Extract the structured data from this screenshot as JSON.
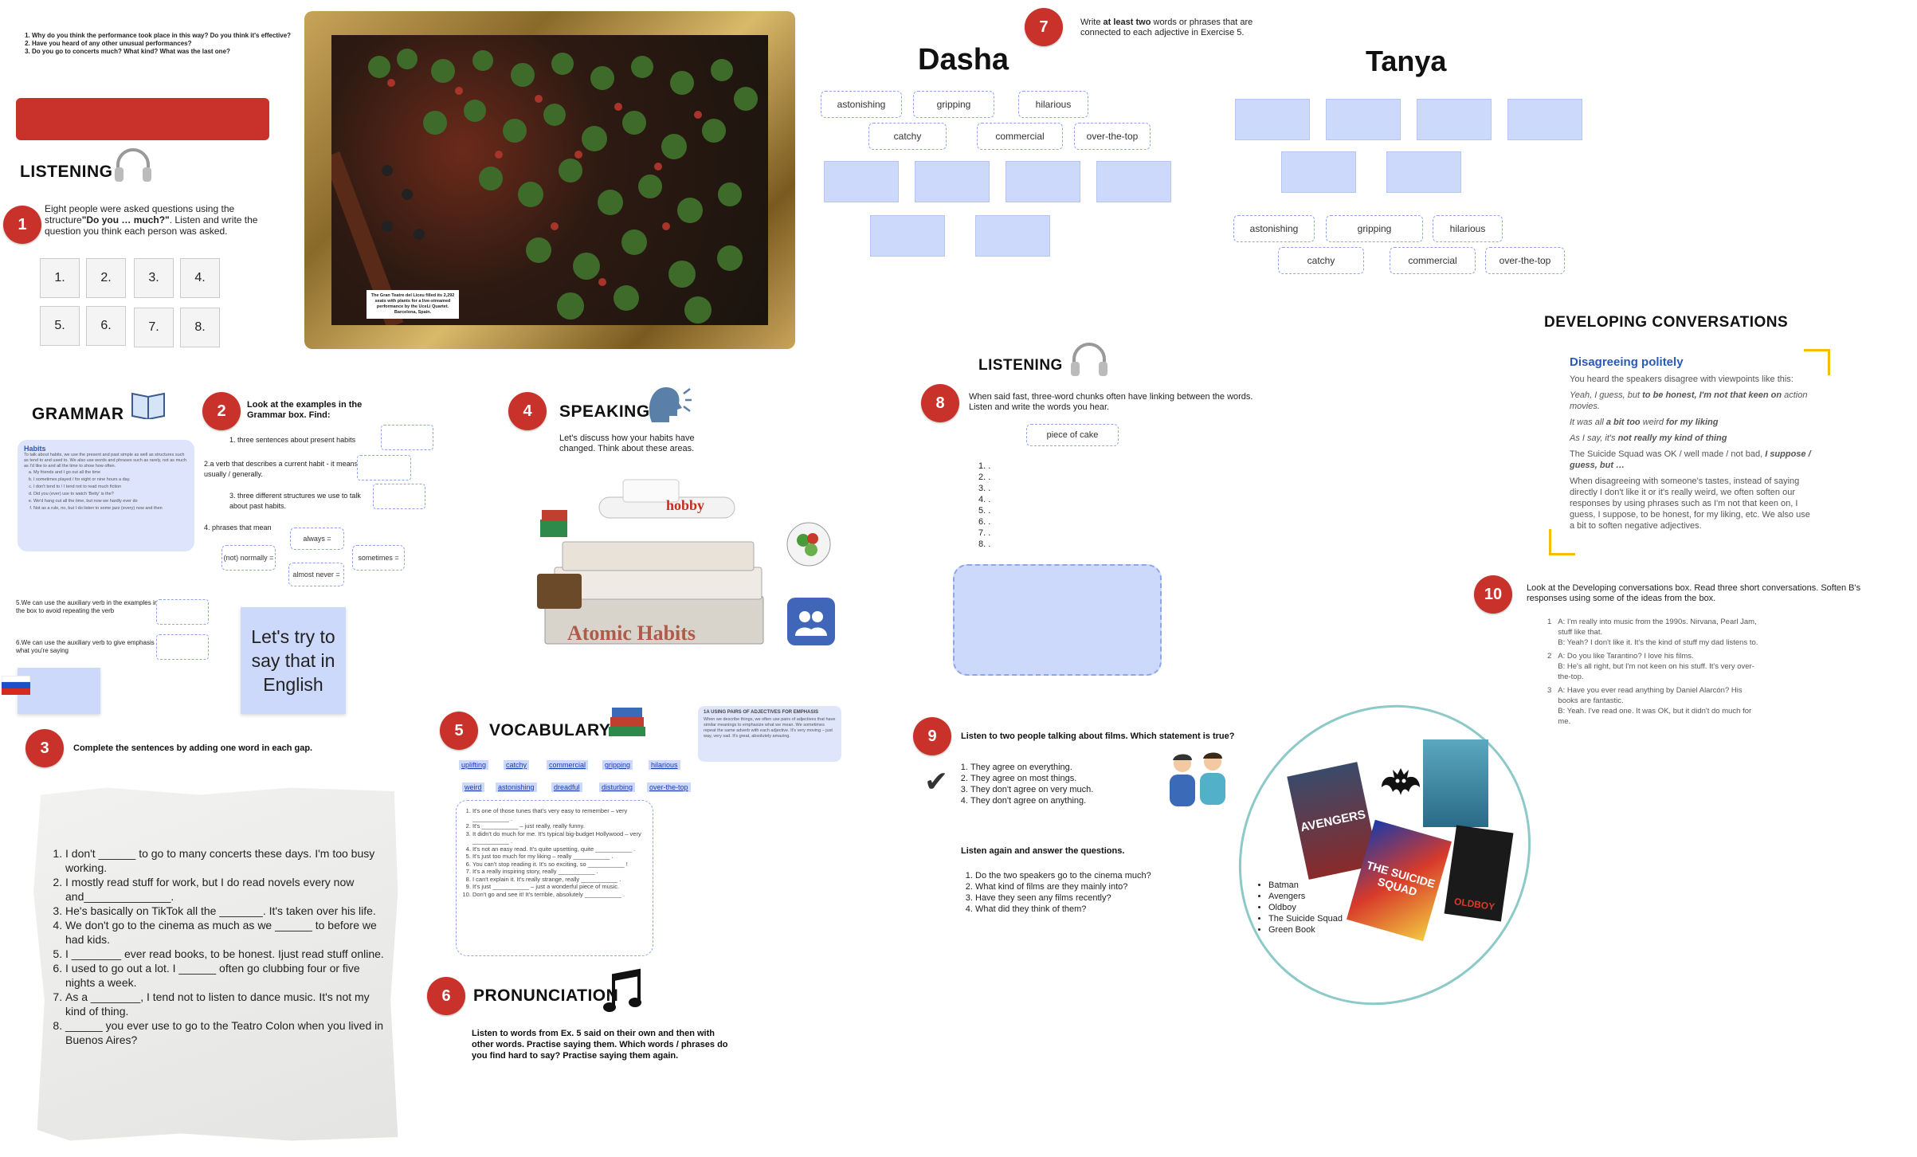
{
  "intro_questions": [
    "Why do you think the performance took place in this way? Do you think it's effective?",
    "Have you heard of any other unusual performances?",
    "Do you go to concerts much? What kind? What was the last one?"
  ],
  "listening1": {
    "title": "LISTENING",
    "number": "1",
    "instruction_a": "Eight people were asked questions using the structure",
    "instruction_b": "\"Do you … much?\"",
    "instruction_c": ". Listen and write the question you think each person was asked.",
    "boxes": [
      "1.",
      "2.",
      "3.",
      "4.",
      "5.",
      "6.",
      "7.",
      "8."
    ]
  },
  "photo_caption": "The Gran Teatre del Liceu filled its 2,292 seats with plants for a live-streamed performance by the UceLi Quartet. Barcelona, Spain.",
  "grammar": {
    "title": "GRAMMAR",
    "box_title": "Habits",
    "box_text": "To talk about habits, we use the present and past simple as well as structures such as tend to and used to. We also use words and phrases such as rarely, not as much as I'd like to and all the time to show how often.",
    "box_items": [
      "My friends and I go out all the time",
      "I sometimes played / for eight or nine hours a day.",
      "I don't tend to / I tend not to read much fiction",
      "Did you (ever) use to watch 'Betty' is the?",
      "We'd hang out all the time, but now we hardly ever do",
      "Not as a rule, no, but I do listen to some jazz (every) now and then"
    ]
  },
  "ex2": {
    "number": "2",
    "instruction": "Look at the examples in the Grammar box. Find:",
    "items": [
      "1. three sentences about present habits",
      "2.a verb that describes a current habit - it means usually / generally.",
      "3. three different structures we use to talk about past habits.",
      "4. phrases that mean"
    ],
    "phrases": [
      "always =",
      "(not) normally =",
      "sometimes =",
      "almost never ="
    ],
    "q5": "5.We can use the auxiliary verb in the examples in the box to avoid repeating the verb",
    "q6": "6.We can use the auxiliary verb to give emphasis to what you're saying"
  },
  "lets_try": "Let's try to say that in English",
  "ex3": {
    "number": "3",
    "instruction": "Complete the sentences by adding one word in each gap.",
    "sentences": [
      "I don't ______ to go to many concerts these days. I'm too busy working.",
      "I mostly read stuff for work, but I do read novels every now and______________.",
      "He's basically on TikTok all the _______. It's taken over his life.",
      "We don't go to the cinema as much as we ______ to before we had kids.",
      "I ________ ever read books, to be honest. Ijust read stuff online.",
      "I used to go out a lot. I ______ often go clubbing four or five nights a week.",
      "As a ________, I tend not to listen to dance music. It's not my kind of thing.",
      "______ you ever use to go to the Teatro Colon when you lived in Buenos Aires?"
    ]
  },
  "speaking": {
    "number": "4",
    "title": "SPEAKING",
    "instruction": "Let's discuss how your habits have changed. Think about these areas.",
    "hobby": "hobby",
    "book_text": "Atomic Habits"
  },
  "vocabulary": {
    "number": "5",
    "title": "VOCABULARY",
    "words_row1": [
      "uplifting",
      "catchy",
      "commercial",
      "gripping",
      "hilarious"
    ],
    "words_row2": [
      "weird",
      "astonishing",
      "dreadful",
      "disturbing",
      "over-the-top"
    ],
    "sentences": [
      "It's one of those tunes that's very easy to remember – very ___________ .",
      "It's ___________ – just really, really funny.",
      "It didn't do much for me. It's typical big-budget Hollywood – very ___________ .",
      "It's not an easy read. It's quite upsetting, quite ___________ .",
      "It's just too much for my liking – really ___________ .",
      "You can't stop reading it. It's so exciting, so ___________ !",
      "It's a really inspiring story, really ___________ .",
      "I can't explain it. It's really strange, really ___________ .",
      "It's just ___________ – just a wonderful piece of music.",
      "Don't go and see it! It's terrible, absolutely ___________ ."
    ],
    "box_title": "1A USING PAIRS OF ADJECTIVES FOR EMPHASIS",
    "box_text": "When we describe things, we often use pairs of adjectives that have similar meanings to emphasize what we mean. We sometimes repeat the same adverb with each adjective. It's very moving – just way, very sad. It's great, absolutely amazing."
  },
  "pronunciation": {
    "number": "6",
    "title": "PRONUNCIATION",
    "instruction": "Listen to words from Ex. 5 said on their own and then with other words. Practise saying them. Which words / phrases do you find hard to say? Practise saying them again."
  },
  "ex7": {
    "number": "7",
    "instruction_a": "Write ",
    "instruction_b": "at least two",
    "instruction_c": " words or phrases that are connected to each adjective in Exercise 5.",
    "dasha": "Dasha",
    "tanya": "Tanya",
    "dasha_words": [
      "astonishing",
      "gripping",
      "hilarious",
      "catchy",
      "commercial",
      "over-the-top"
    ],
    "tanya_words": [
      "astonishing",
      "gripping",
      "hilarious",
      "catchy",
      "commercial",
      "over-the-top"
    ]
  },
  "listening8": {
    "title": "LISTENING",
    "number": "8",
    "instruction": "When said fast, three-word chunks often have linking between the words. Listen and write the words you hear.",
    "example": "piece of cake",
    "lines": [
      "1. .",
      "2. .",
      "3. .",
      "4. .",
      "5. .",
      "6. .",
      "7. .",
      "8. ."
    ]
  },
  "ex9": {
    "number": "9",
    "instruction": "Listen to two people talking about films. Which statement is true?",
    "statements": [
      "They agree on everything.",
      "They agree on most things.",
      "They don't agree on very much.",
      "They don't agree on anything."
    ],
    "again": "Listen again and answer the questions.",
    "questions": [
      "Do the two speakers go to the cinema much?",
      "What kind of films are they mainly into?",
      "Have they seen any films recently?",
      "What did they think of them?"
    ],
    "films": [
      "Batman",
      "Avengers",
      "Oldboy",
      "The Suicide Squad",
      "Green Book"
    ],
    "poster_avengers": "AVENGERS",
    "poster_squad": "THE SUICIDE SQUAD",
    "poster_oldboy": "OLDBOY"
  },
  "dev_conv": {
    "title": "DEVELOPING CONVERSATIONS",
    "box_title": "Disagreeing politely",
    "intro": "You heard the speakers disagree with viewpoints like this:",
    "p1_a": "Yeah, I guess, but ",
    "p1_b": "to be honest, I'm not that keen on",
    "p1_c": " action movies.",
    "p2_a": "It was all ",
    "p2_b": "a bit too",
    "p2_c": " weird ",
    "p2_d": "for my liking",
    "p3_a": "As I say, it's ",
    "p3_b": "not really my kind of thing",
    "p4_a": "The Suicide Squad was OK / well made / not bad, ",
    "p4_b": "I suppose / guess, but …",
    "p5": "When disagreeing with someone's tastes, instead of saying directly I don't like it or it's really weird, we often soften our responses by using phrases such as I'm not that keen on, I guess, I suppose, to be honest, for my liking, etc. We also use a bit to soften negative adjectives."
  },
  "ex10": {
    "number": "10",
    "instruction": "Look at the Developing conversations box. Read three short conversations. Soften B's responses using some of the ideas from the box.",
    "convs": [
      {
        "n": "1",
        "a": "A: I'm really into music from the 1990s. Nirvana, Pearl Jam, stuff like that.",
        "b": "B: Yeah? I don't like it. It's the kind of stuff my dad listens to."
      },
      {
        "n": "2",
        "a": "A: Do you like Tarantino? I love his films.",
        "b": "B: He's all right, but I'm not keen on his stuff. It's very over-the-top."
      },
      {
        "n": "3",
        "a": "A: Have you ever read anything by Daniel Alarcón? His books are fantastic.",
        "b": "B: Yeah. I've read one. It was OK, but it didn't do much for me."
      }
    ]
  }
}
